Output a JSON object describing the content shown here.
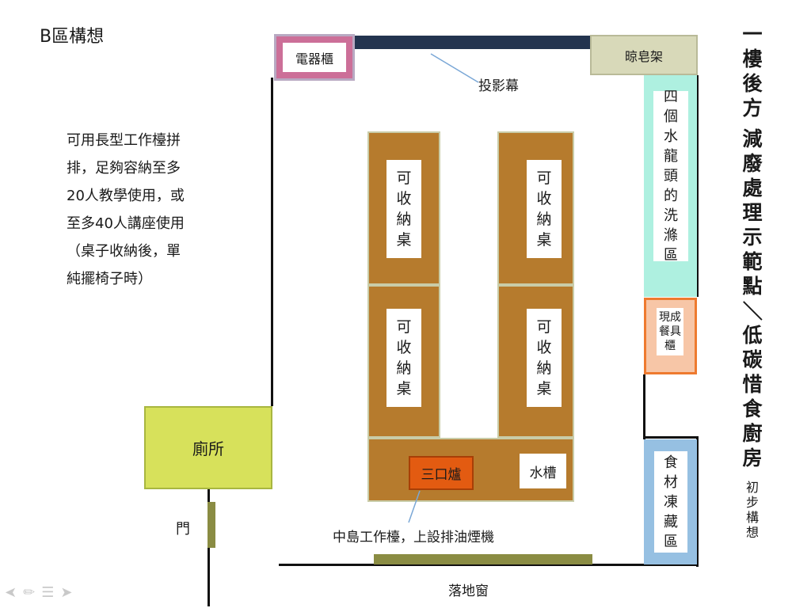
{
  "page_title": "B區構想",
  "notes_lines": [
    "可用長型工作檯拼",
    "排，足夠容納至多",
    "20人教學使用，或",
    "至多40人講座使用",
    "（桌子收納後，單",
    "純擺椅子時）"
  ],
  "side_title": {
    "line1": [
      "一",
      "樓",
      "後",
      "方"
    ],
    "line2": [
      "減",
      "廢",
      "處",
      "理",
      "示",
      "範",
      "點"
    ],
    "slash": "／",
    "line3": [
      "低",
      "碳",
      "惜",
      "食",
      "廚",
      "房"
    ],
    "subtitle": [
      "初",
      "步",
      "構",
      "想"
    ]
  },
  "zones": {
    "appliance_cabinet": "電器櫃",
    "projection_screen": "投影幕",
    "drying_rack": "晾皂架",
    "sink_area": [
      "四",
      "個",
      "水",
      "龍",
      "頭",
      "的",
      "洗",
      "滌",
      "區"
    ],
    "tableware_cabinet": [
      "現成",
      "餐具",
      "櫃"
    ],
    "freezer": [
      "食",
      "材",
      "凍",
      "藏",
      "區"
    ],
    "storable_table": [
      "可",
      "收",
      "納",
      "桌"
    ],
    "stove": "三口爐",
    "water_sink": "水槽",
    "island_note": "中島工作檯，上設排油煙機",
    "toilet": "廁所",
    "door": "門",
    "french_window": "落地窗"
  },
  "colors": {
    "wood": "#b67b2d",
    "cabinet_pink": "#cc6f98",
    "screen_navy": "#23344f",
    "sink_teal": "#aef0e0",
    "freezer_blue": "#96c0e2",
    "stove_orange": "#e35b11",
    "toilet_green": "#d7e15b"
  },
  "nav_icons": [
    "arrow-left-icon",
    "pen-icon",
    "menu-icon",
    "arrow-right-icon"
  ]
}
